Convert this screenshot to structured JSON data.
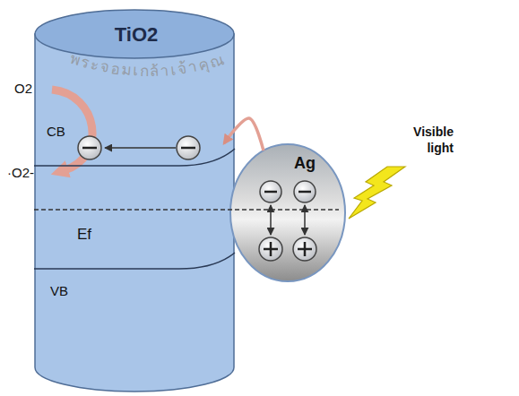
{
  "diagram": {
    "nodes": [
      {
        "text": [
          "TiO2",
          "CB",
          "Ef",
          "VB"
        ]
      },
      {
        "text": [
          "Ag"
        ]
      }
    ],
    "edges": [
      {
        "from": 1,
        "to": 0,
        "arrow": "to"
      }
    ],
    "labels": [
      "พระจอมเกล้าเจ้าคุณ",
      "O2",
      "·O2-",
      "Visible light"
    ]
  }
}
